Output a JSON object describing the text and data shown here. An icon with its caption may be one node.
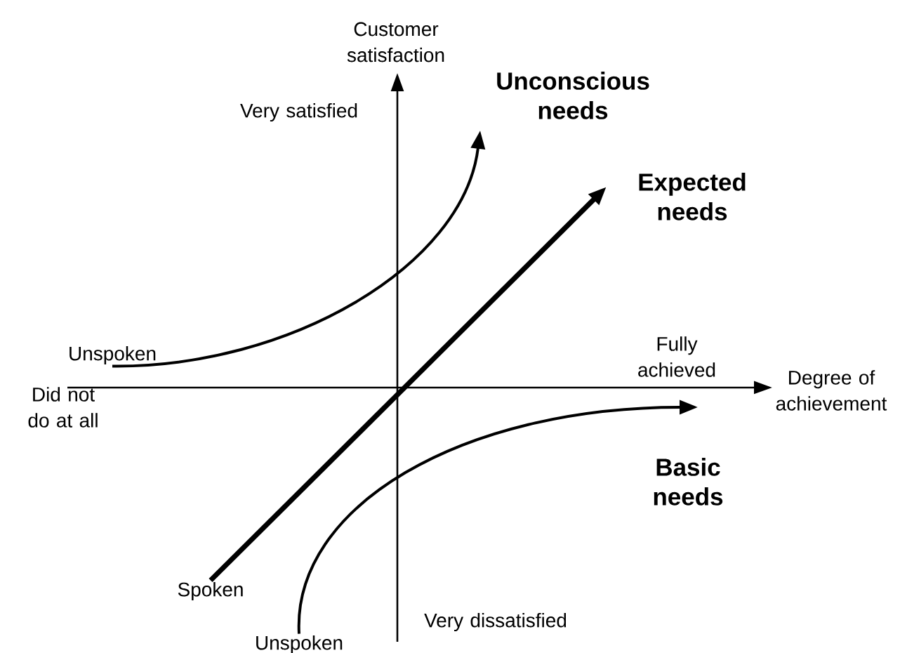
{
  "diagram": {
    "nodes": [
      {
        "text": [
          "Unspoken"
        ]
      },
      {
        "text": [
          "Spoken"
        ]
      },
      {
        "text": [
          "Unspoken"
        ]
      }
    ],
    "edges": [
      {
        "from": 0,
        "to": null,
        "arrow": "to"
      },
      {
        "from": 1,
        "to": null,
        "arrow": "to",
        "style": "thick"
      },
      {
        "from": 2,
        "to": null,
        "arrow": "to"
      }
    ],
    "labels": [
      "Customer satisfaction",
      "Very satisfied",
      "Unconscious needs",
      "Expected needs",
      "Fully achieved",
      "Degree of achievement",
      "Did not do at all",
      "Basic needs",
      "Very dissatisfied"
    ]
  }
}
